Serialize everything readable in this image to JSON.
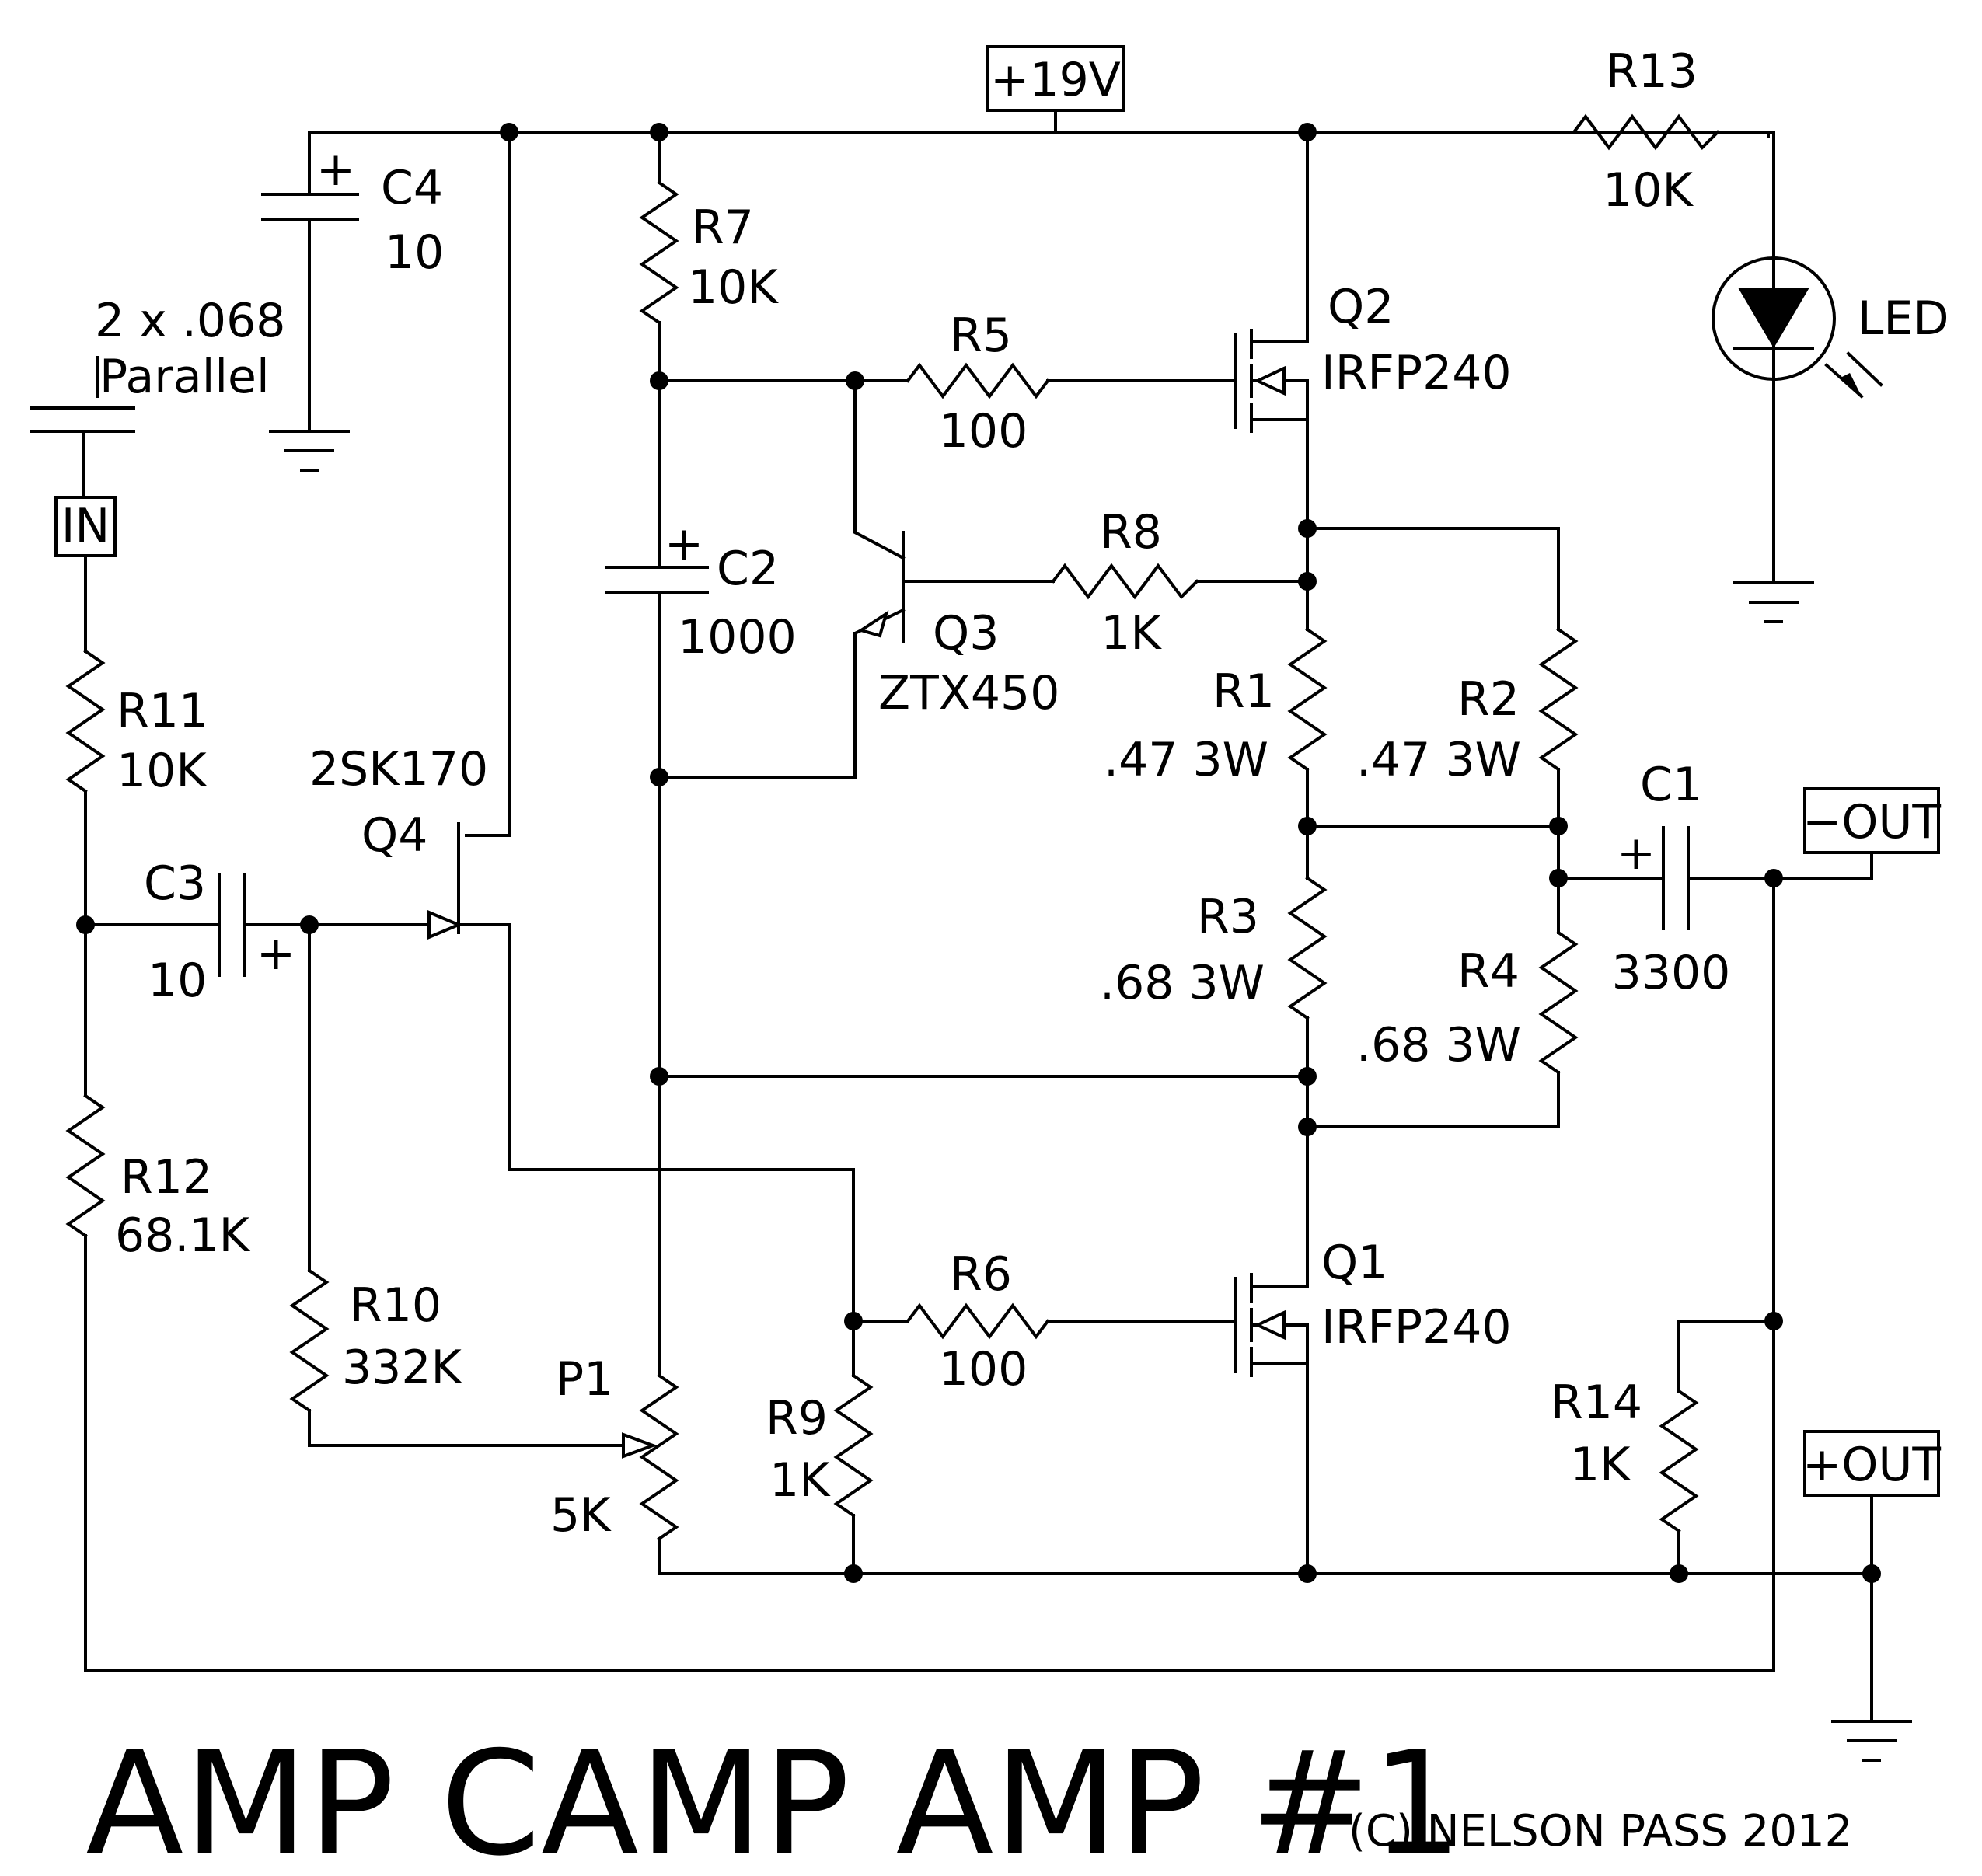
{
  "title": "AMP CAMP AMP #1",
  "copyright": "(C) NELSON PASS 2012",
  "ports": {
    "supply": "+19V",
    "input": "IN",
    "neg_out": "−OUT",
    "pos_out": "+OUT"
  },
  "components": {
    "R1": {
      "ref": "R1",
      "value": ".47 3W"
    },
    "R2": {
      "ref": "R2",
      "value": ".47 3W"
    },
    "R3": {
      "ref": "R3",
      "value": ".68 3W"
    },
    "R4": {
      "ref": "R4",
      "value": ".68 3W"
    },
    "R5": {
      "ref": "R5",
      "value": "100"
    },
    "R6": {
      "ref": "R6",
      "value": "100"
    },
    "R7": {
      "ref": "R7",
      "value": "10K"
    },
    "R8": {
      "ref": "R8",
      "value": "1K"
    },
    "R9": {
      "ref": "R9",
      "value": "1K"
    },
    "R10": {
      "ref": "R10",
      "value": "332K"
    },
    "R11": {
      "ref": "R11",
      "value": "10K"
    },
    "R12": {
      "ref": "R12",
      "value": "68.1K"
    },
    "R13": {
      "ref": "R13",
      "value": "10K"
    },
    "R14": {
      "ref": "R14",
      "value": "1K"
    },
    "P1": {
      "ref": "P1",
      "value": "5K"
    },
    "C1": {
      "ref": "C1",
      "value": "3300"
    },
    "C2": {
      "ref": "C2",
      "value": "1000"
    },
    "C3": {
      "ref": "C3",
      "value": "10"
    },
    "C4": {
      "ref": "C4",
      "value": "10"
    },
    "Cin": {
      "value": "2 x .068",
      "note": "Parallel"
    },
    "Q1": {
      "ref": "Q1",
      "part": "IRFP240"
    },
    "Q2": {
      "ref": "Q2",
      "part": "IRFP240"
    },
    "Q3": {
      "ref": "Q3",
      "part": "ZTX450"
    },
    "Q4": {
      "ref": "Q4",
      "part": "2SK170"
    },
    "LED": {
      "ref": "LED"
    }
  },
  "polarity_mark": "+"
}
